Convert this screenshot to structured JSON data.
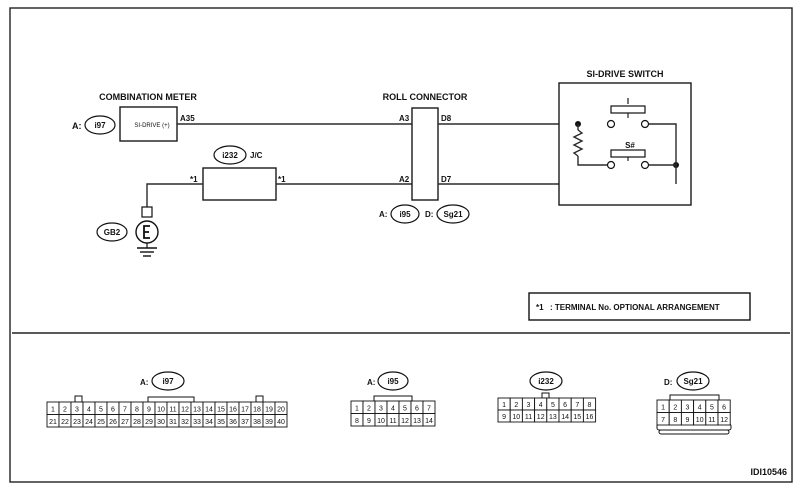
{
  "components": {
    "combination_meter": {
      "title": "COMBINATION METER",
      "inner": "SI-DRIVE (+)",
      "pin": "A35",
      "connector_prefix": "A:",
      "connector": "i97"
    },
    "jc": {
      "connector": "i232",
      "label": "J/C",
      "left_mark": "*1",
      "right_mark": "*1"
    },
    "roll_connector": {
      "title": "ROLL CONNECTOR",
      "pin_a3": "A3",
      "pin_a2": "A2",
      "pin_d8": "D8",
      "pin_d7": "D7",
      "conn_a_prefix": "A:",
      "conn_a": "i95",
      "conn_d_prefix": "D:",
      "conn_d": "Sg21"
    },
    "si_drive_switch": {
      "title": "SI-DRIVE SWITCH",
      "contact_i": "I",
      "contact_s": "S#"
    },
    "ground": {
      "label": "GB2"
    }
  },
  "note": {
    "mark": "*1",
    "text": ": TERMINAL No. OPTIONAL ARRANGEMENT"
  },
  "connectors": {
    "i97": {
      "prefix": "A:",
      "name": "i97",
      "row1": [
        "1",
        "2",
        "3",
        "4",
        "5",
        "6",
        "7",
        "8",
        "9",
        "10",
        "11",
        "12",
        "13",
        "14",
        "15",
        "16",
        "17",
        "18",
        "19",
        "20"
      ],
      "row2": [
        "21",
        "22",
        "23",
        "24",
        "25",
        "26",
        "27",
        "28",
        "29",
        "30",
        "31",
        "32",
        "33",
        "34",
        "35",
        "36",
        "37",
        "38",
        "39",
        "40"
      ]
    },
    "i95": {
      "prefix": "A:",
      "name": "i95",
      "row1": [
        "1",
        "2",
        "3",
        "4",
        "5",
        "6",
        "7"
      ],
      "row2": [
        "8",
        "9",
        "10",
        "11",
        "12",
        "13",
        "14"
      ]
    },
    "i232": {
      "prefix": "",
      "name": "i232",
      "row1": [
        "1",
        "2",
        "3",
        "4",
        "5",
        "6",
        "7",
        "8"
      ],
      "row2": [
        "9",
        "10",
        "11",
        "12",
        "13",
        "14",
        "15",
        "16"
      ]
    },
    "sg21": {
      "prefix": "D:",
      "name": "Sg21",
      "row1": [
        "1",
        "2",
        "3",
        "4",
        "5",
        "6"
      ],
      "row2": [
        "7",
        "8",
        "9",
        "10",
        "11",
        "12"
      ]
    }
  },
  "figure_id": "IDI10546"
}
